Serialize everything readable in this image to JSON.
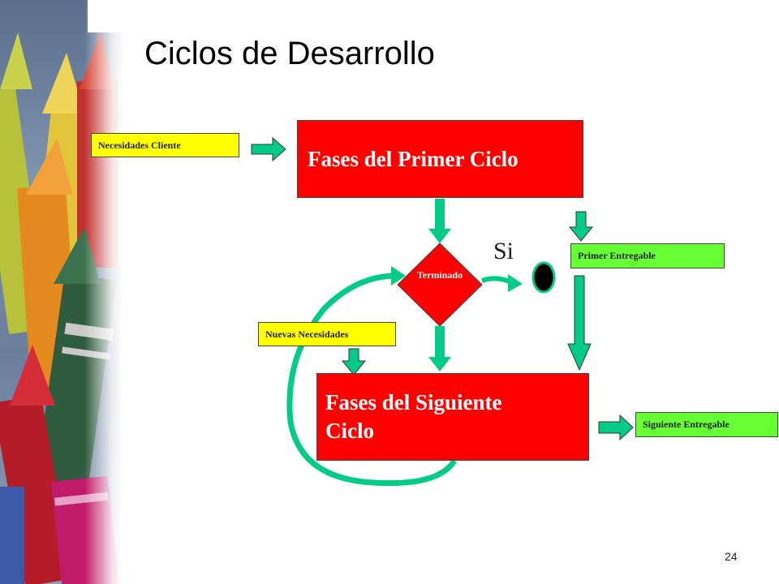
{
  "slide": {
    "title": "Ciclos de Desarrollo",
    "page_number": "24"
  },
  "diagram": {
    "input_client": "Necesidades Cliente",
    "first_cycle": "Fases del Primer Ciclo",
    "decision": "Terminado",
    "yes_label": "Si",
    "first_deliverable": "Primer Entregable",
    "new_needs": "Nuevas Necesidades",
    "next_cycle": "Fases del Siguiente Ciclo",
    "next_deliverable": "Siguiente Entregable"
  },
  "colors": {
    "process_box": "#ff0000",
    "input_box": "#ffff00",
    "output_box": "#66ff33",
    "arrow": "#00cc88",
    "arrow_outline": "#333333"
  }
}
